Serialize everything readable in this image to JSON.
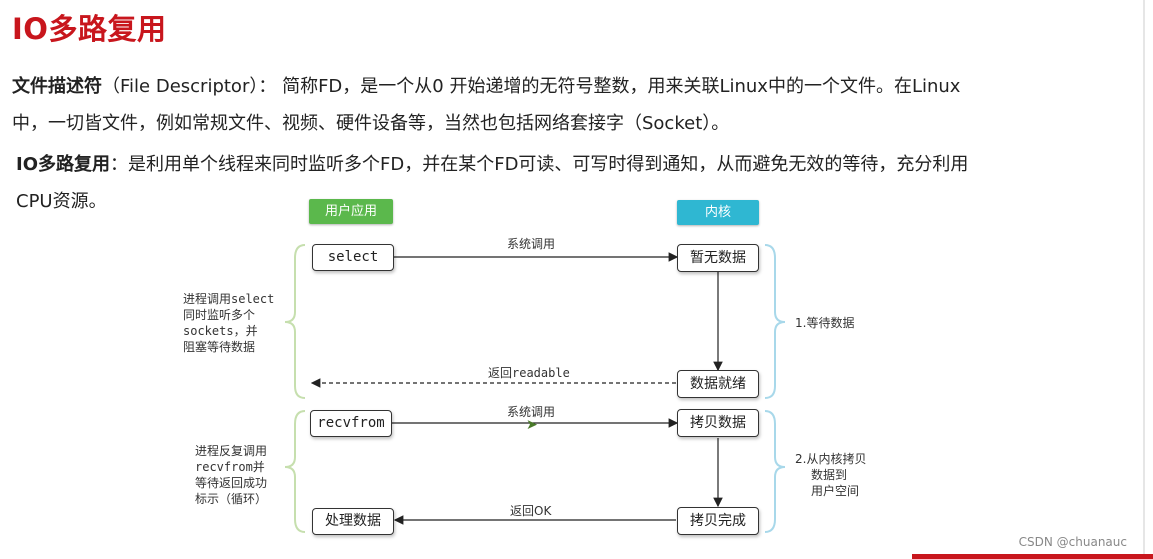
{
  "title": "IO多路复用",
  "paragraph1": {
    "term": "文件描述符",
    "rest_line1": "（File Descriptor）： 简称FD，是一个从0 开始递增的无符号整数，用来关联Linux中的一个文件。在Linux",
    "line2": "中，一切皆文件，例如常规文件、视频、硬件设备等，当然也包括网络套接字（Socket）。"
  },
  "paragraph2": {
    "term": "IO多路复用",
    "rest_line1": "：是利用单个线程来同时监听多个FD，并在某个FD可读、可写时得到通知，从而避免无效的等待，充分利用",
    "line2": "CPU资源。"
  },
  "diagram": {
    "user_header": "用户应用",
    "kernel_header": "内核",
    "boxes": {
      "select": "select",
      "no_data": "暂无数据",
      "data_ready": "数据就绪",
      "recvfrom": "recvfrom",
      "copy_data": "拷贝数据",
      "handle_data": "处理数据",
      "copy_done": "拷贝完成"
    },
    "arrows": {
      "syscall1": "系统调用",
      "return_readable": "返回readable",
      "syscall2": "系统调用",
      "return_ok": "返回OK"
    },
    "left_notes": {
      "phase1": [
        "进程调用select",
        "同时监听多个",
        "sockets，并",
        "阻塞等待数据"
      ],
      "phase2": [
        "进程反复调用",
        "recvfrom并",
        "等待返回成功",
        "标示（循环）"
      ]
    },
    "right_notes": {
      "phase1": "1.等待数据",
      "phase2": [
        "2.从内核拷贝",
        "数据到",
        "用户空间"
      ]
    },
    "colors": {
      "user_header": "#5bb84c",
      "kernel_header": "#2fb7d2",
      "brace_green": "#c6dfae",
      "brace_blue": "#a8d8ea",
      "title_red": "#c8161d"
    }
  },
  "watermark": "CSDN @chuanauc"
}
